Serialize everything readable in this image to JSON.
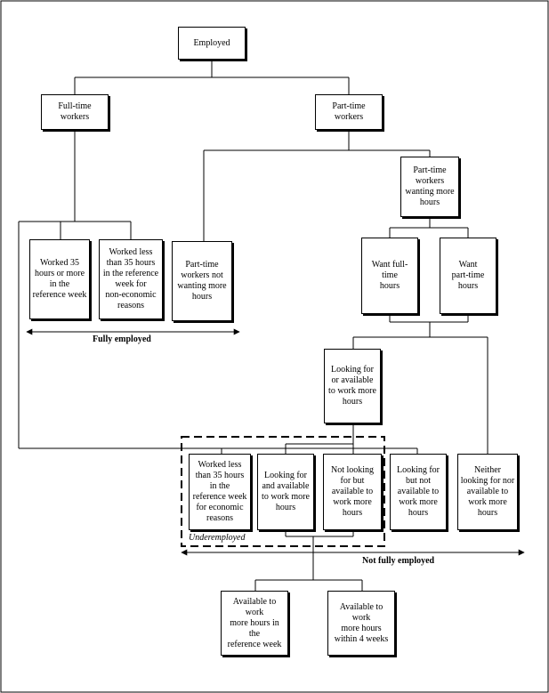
{
  "nodes": {
    "employed": "Employed",
    "full_time": "Full-time\nworkers",
    "part_time": "Part-time\nworkers",
    "pt_wanting_more": "Part-time\nworkers\nwanting more\nhours",
    "worked_35_more": "Worked 35\nhours or more\nin the\nreference week",
    "worked_less_noneconomic": "Worked less\nthan 35 hours\nin the reference\nweek for\nnon-economic\nreasons",
    "pt_not_wanting": "Part-time\nworkers not\nwanting more\nhours",
    "want_full_time": "Want full-time\nhours",
    "want_part_time": "Want\npart-time\nhours",
    "looking_or_available": "Looking for\nor available\nto work more\nhours",
    "worked_less_economic": "Worked less\nthan 35 hours\nin the\nreference week\nfor economic\nreasons",
    "looking_and_available": "Looking for\nand available\nto work more\nhours",
    "not_looking_available": "Not looking\nfor but\navailable to\nwork more\nhours",
    "looking_not_available": "Looking for\nbut not\navailable to\nwork more\nhours",
    "neither": "Neither\nlooking for nor\navailable to\nwork more\nhours",
    "available_ref_week": "Available to work\nmore hours in the\nreference week",
    "available_4_weeks": "Available to work\nmore hours\nwithin 4 weeks"
  },
  "labels": {
    "fully_employed": "Fully employed",
    "underemployed": "Underemployed",
    "not_fully_employed": "Not fully employed"
  }
}
